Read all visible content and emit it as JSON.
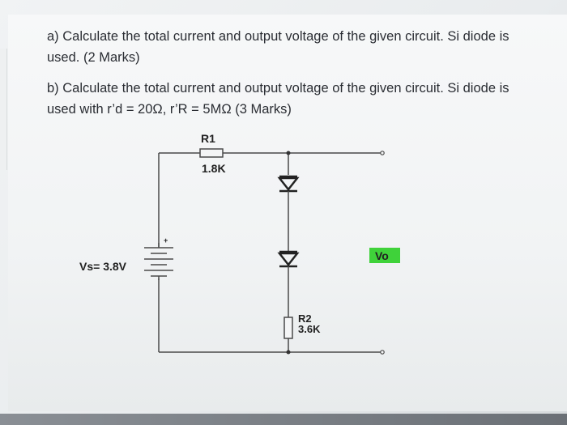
{
  "question_a": {
    "line1": "a) Calculate the total current and output voltage of the given circuit. Si diode is",
    "line2": "used. (2 Marks)"
  },
  "question_b": {
    "line1": "b) Calculate the total current and output voltage of the given circuit. Si diode is",
    "line2": "used with r’d = 20Ω, r’R = 5MΩ (3 Marks)"
  },
  "circuit": {
    "r1_name": "R1",
    "r1_value": "1.8K",
    "r2_name": "R2",
    "r2_value": "3.6K",
    "source_label": "Vs= 3.8V",
    "plus_sign": "+",
    "output_label": "Vo",
    "output_highlight": "#3fd23a"
  }
}
